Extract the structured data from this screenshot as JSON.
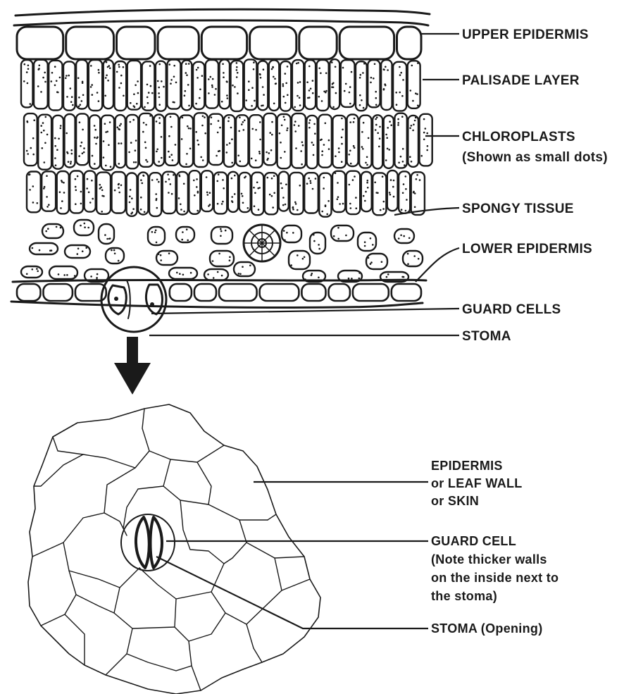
{
  "cross_section": {
    "labels": {
      "upper_epidermis": "UPPER EPIDERMIS",
      "palisade_layer": "PALISADE LAYER",
      "chloroplasts": "CHLOROPLASTS",
      "chloroplasts_note": "(Shown as small dots)",
      "spongy_tissue": "SPONGY TISSUE",
      "lower_epidermis": "LOWER EPIDERMIS",
      "guard_cells": "GUARD CELLS",
      "stoma": "STOMA"
    }
  },
  "surface_view": {
    "labels": {
      "epidermis_line1": "EPIDERMIS",
      "epidermis_line2": "or LEAF WALL",
      "epidermis_line3": "or SKIN",
      "guard_cell": "GUARD CELL",
      "guard_cell_note1": "(Note thicker walls",
      "guard_cell_note2": "on the inside next to",
      "guard_cell_note3": "the stoma)",
      "stoma": "STOMA (Opening)"
    }
  },
  "icons": {
    "arrow": "down-arrow-icon"
  },
  "colors": {
    "ink": "#1a1a1a",
    "paper": "#ffffff"
  }
}
